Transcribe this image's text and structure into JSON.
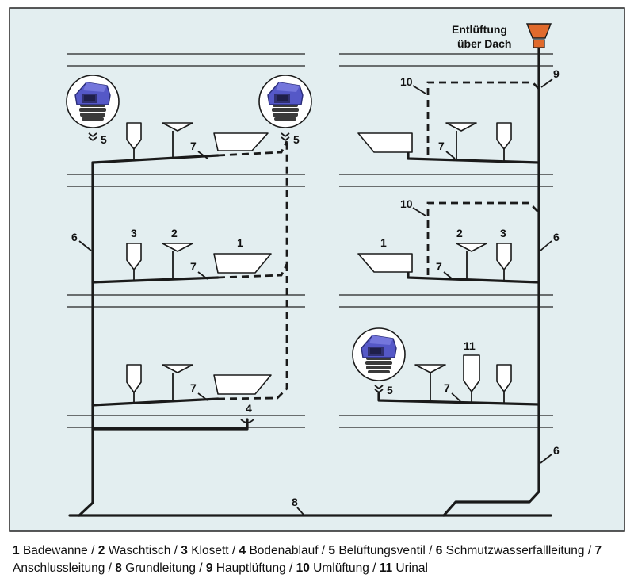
{
  "vent_label_1": "Entlüftung",
  "vent_label_2": "über Dach",
  "callouts": {
    "n1": "1",
    "n2": "2",
    "n3": "3",
    "n4": "4",
    "n5": "5",
    "n6": "6",
    "n7": "7",
    "n8": "8",
    "n9": "9",
    "n10": "10",
    "n11": "11"
  },
  "legend": [
    {
      "num": "1",
      "text": " Badewanne / "
    },
    {
      "num": "2",
      "text": " Waschtisch / "
    },
    {
      "num": "3",
      "text": " Klosett / "
    },
    {
      "num": "4",
      "text": " Bodenablauf / "
    },
    {
      "num": "5",
      "text": " Belüftungsventil / "
    },
    {
      "num": "6",
      "text": " Schmutzwasserfallleitung / "
    },
    {
      "num": "7",
      "text": " Anschlussleitung / "
    },
    {
      "num": "8",
      "text": " Grundleitung / "
    },
    {
      "num": "9",
      "text": " Hauptlüftung / "
    },
    {
      "num": "10",
      "text": " Umlüftung / "
    },
    {
      "num": "11",
      "text": " Urinal"
    }
  ],
  "colors": {
    "background": "#e3eef0",
    "valve_body": "#5558c7",
    "vent_cap": "#e06a2c"
  }
}
